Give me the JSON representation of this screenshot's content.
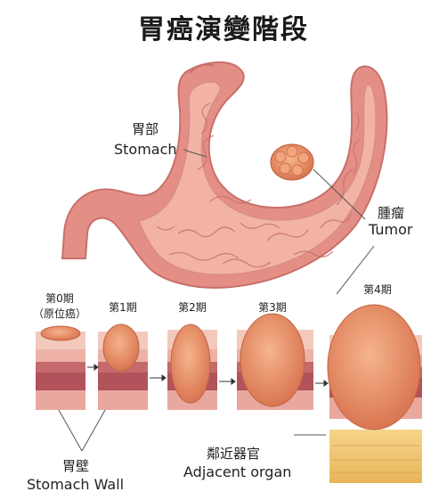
{
  "title": "胃癌演變階段",
  "labels": {
    "stomach_zh": "胃部",
    "stomach_en": "Stomach",
    "tumor_zh": "腫瘤",
    "tumor_en": "Tumor",
    "wall_zh": "胃壁",
    "wall_en": "Stomach Wall",
    "organ_zh": "鄰近器官",
    "organ_en": "Adjacent organ"
  },
  "stages": [
    {
      "label": "第0期",
      "sub": "（原位癌）"
    },
    {
      "label": "第1期"
    },
    {
      "label": "第2期"
    },
    {
      "label": "第3期"
    },
    {
      "label": "第4期"
    }
  ],
  "colors": {
    "stomach_outer": "#e48f86",
    "stomach_inner": "#f2b3a6",
    "tumor": "#e9906b",
    "wall_top": "#f4c9bd",
    "wall_mid": "#b2525a",
    "wall_low": "#e9a89f",
    "organ": "#f0c46c"
  }
}
